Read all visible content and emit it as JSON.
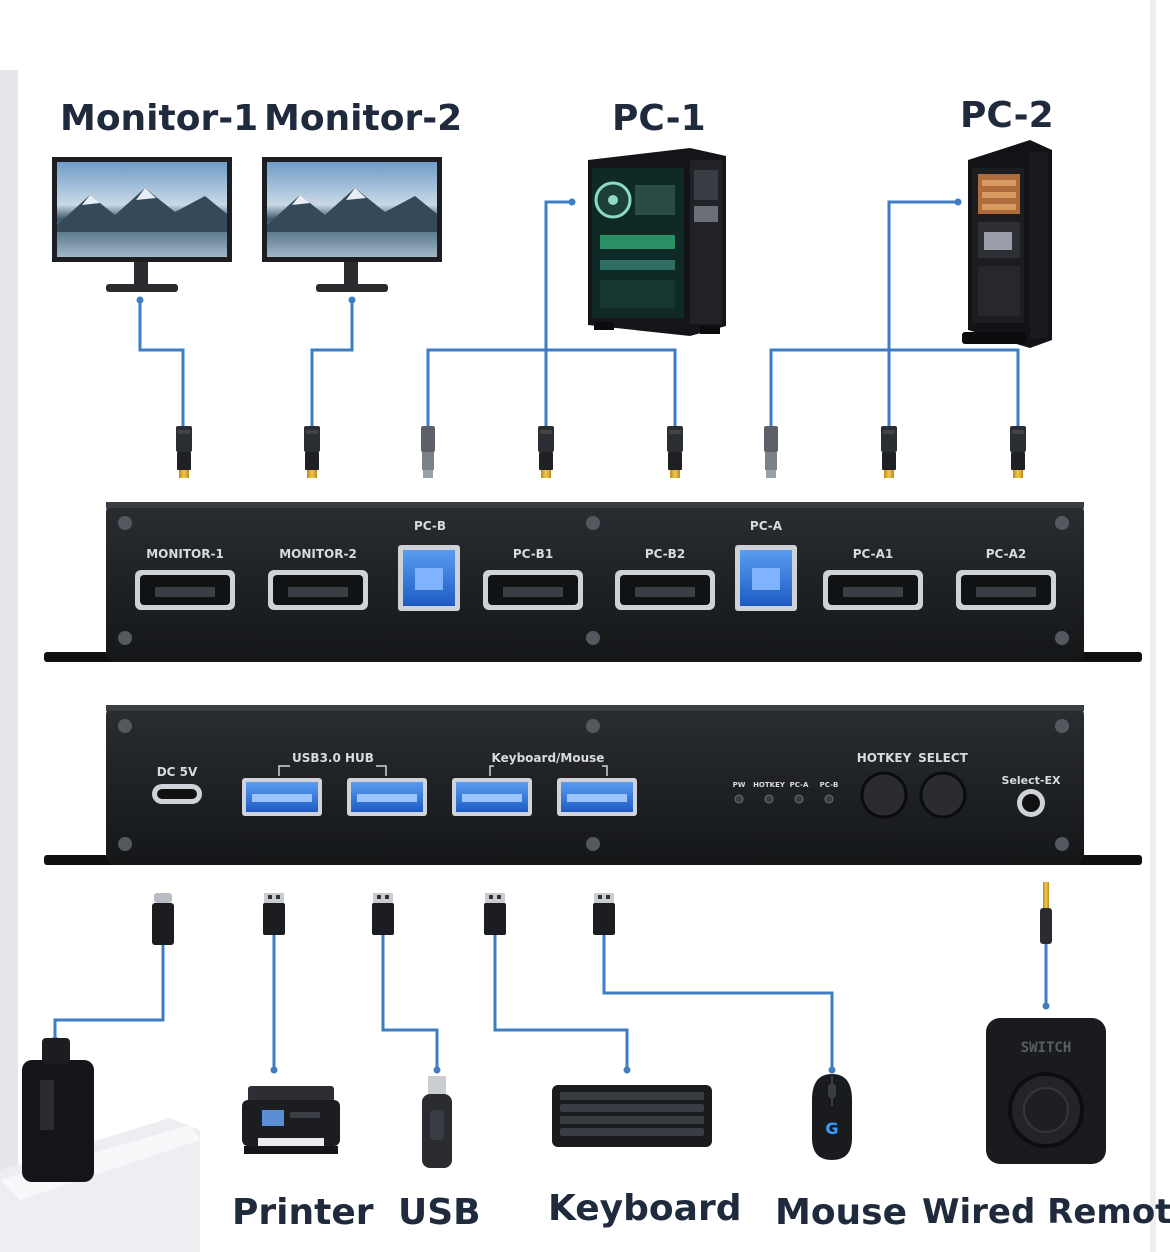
{
  "top_labels": {
    "monitor1": "Monitor-1",
    "monitor2": "Monitor-2",
    "pc1": "PC-1",
    "pc2": "PC-2"
  },
  "rear_panel": {
    "monitor1": "MONITOR-1",
    "monitor2": "MONITOR-2",
    "pc_b": "PC-B",
    "pc_b1": "PC-B1",
    "pc_b2": "PC-B2",
    "pc_a": "PC-A",
    "pc_a1": "PC-A1",
    "pc_a2": "PC-A2"
  },
  "front_panel": {
    "dc": "DC 5V",
    "usb_hub": "USB3.0 HUB",
    "keyboard_mouse": "Keyboard/Mouse",
    "led_pw": "PW",
    "led_hotkey": "HOTKEY",
    "led_pca": "PC-A",
    "led_pcb": "PC-B",
    "hotkey": "HOTKEY",
    "select": "SELECT",
    "select_ex": "Select-EX"
  },
  "remote_text": "SWITCH",
  "bottom_labels": {
    "printer": "Printer",
    "usb": "USB",
    "keyboard": "Keyboard",
    "mouse": "Mouse",
    "remote": "Wired Remote"
  },
  "colors": {
    "cable": "#3e7cc4",
    "device_body": "#17191c",
    "text": "#1f2a3c",
    "usb_blue": "#2e6fd8"
  }
}
